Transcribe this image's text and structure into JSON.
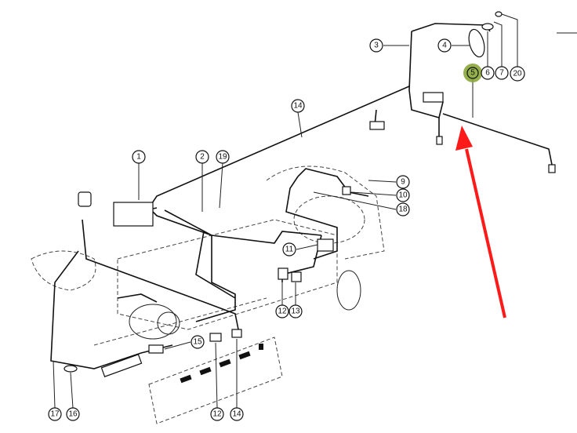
{
  "diagram": {
    "callouts": {
      "c1": "1",
      "c2": "2",
      "c19": "19",
      "c3": "3",
      "c4": "4",
      "c5": "5",
      "c6": "6",
      "c7": "7",
      "c20": "20",
      "c14a": "14",
      "c9": "9",
      "c10": "10",
      "c18": "18",
      "c11": "11",
      "c12a": "12",
      "c13": "13",
      "c15": "15",
      "c17": "17",
      "c16": "16",
      "c12b": "12",
      "c14b": "14"
    },
    "highlight": {
      "callout": "5",
      "color": "#8aa63a"
    },
    "arrow": {
      "color": "#ff1a1a",
      "points_to": "5"
    }
  }
}
